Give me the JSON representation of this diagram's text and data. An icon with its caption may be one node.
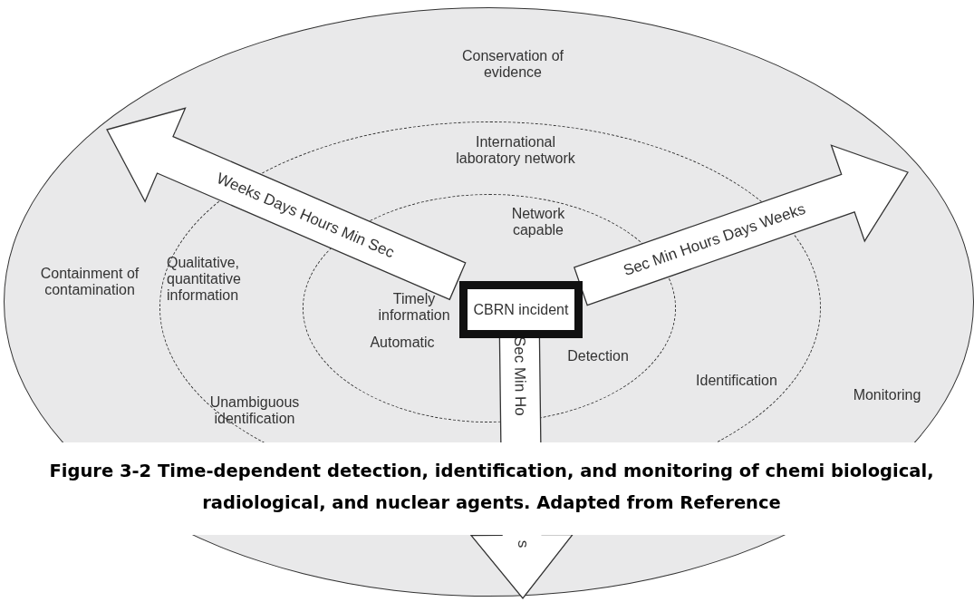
{
  "diagram": {
    "caption": "Figure 3-2 Time-dependent detection, identification, and monitoring of chemi biological, radiological, and nuclear agents. Adapted from Reference",
    "nodes": [
      {
        "text": [
          "Conservation of evidence",
          "Containment of contamination",
          "Monitoring"
        ]
      },
      {
        "text": [
          "International laboratory network",
          "Qualitative, quantitative information",
          "Unambiguous identification",
          "Identification"
        ],
        "in": 0
      },
      {
        "text": [
          "Network capable",
          "Timely information",
          "Automatic",
          "Detection"
        ],
        "in": 1
      },
      {
        "text": [
          "CBRN incident"
        ],
        "in": 2
      }
    ],
    "edges": [
      {
        "from": 3,
        "to": null,
        "arrow": "to",
        "label": "Weeks Days Hours Min Sec"
      },
      {
        "from": 3,
        "to": null,
        "arrow": "to",
        "label": "Sec Min Hours Days Weeks"
      },
      {
        "from": 3,
        "to": null,
        "arrow": "to",
        "label": "Sec Min Ho"
      }
    ],
    "labels": [
      "s"
    ]
  }
}
